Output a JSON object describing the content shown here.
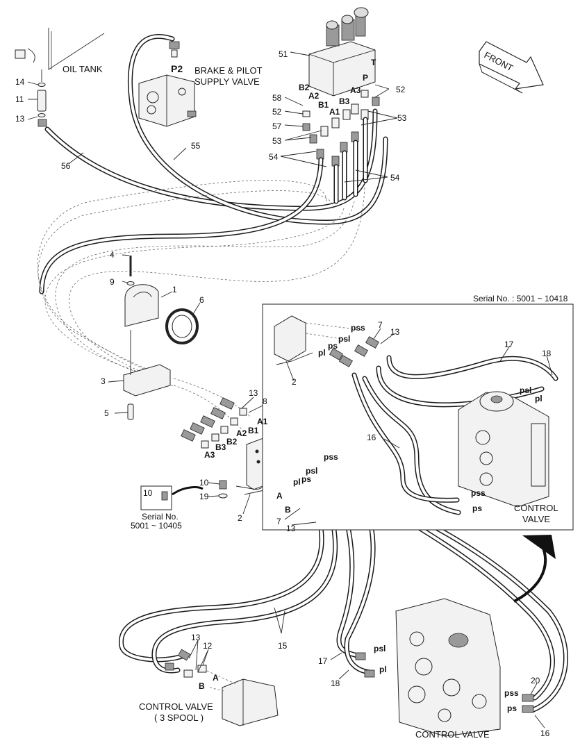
{
  "labels": {
    "oil_tank": "OIL TANK",
    "brake_pilot_1": "BRAKE & PILOT",
    "brake_pilot_2": "SUPPLY VALVE",
    "p2": "P2",
    "front": "FRONT",
    "serial_inset": "Serial No. : 5001 ~ 10418",
    "control_valve_inset_1": "CONTROL",
    "control_valve_inset_2": "VALVE",
    "serial_small_1": "Serial No.",
    "serial_small_2": "5001 ~ 10405",
    "control_valve_3spool_1": "CONTROL VALVE",
    "control_valve_3spool_2": "( 3 SPOOL )",
    "control_valve_bottom": "CONTROL VALVE"
  },
  "ports": {
    "B2": "B2",
    "A2": "A2",
    "B1": "B1",
    "A1": "A1",
    "B3": "B3",
    "A3": "A3",
    "T": "T",
    "P": "P",
    "A": "A",
    "B": "B",
    "pss": "pss",
    "psl": "psl",
    "ps": "ps",
    "pl": "pl"
  },
  "callouts": {
    "n1": "1",
    "n2": "2",
    "n3": "3",
    "n4": "4",
    "n5": "5",
    "n6": "6",
    "n7": "7",
    "n8": "8",
    "n9": "9",
    "n10": "10",
    "n11": "11",
    "n12": "12",
    "n13": "13",
    "n14": "14",
    "n15": "15",
    "n16": "16",
    "n17": "17",
    "n18": "18",
    "n19": "19",
    "n20": "20",
    "n51": "51",
    "n52": "52",
    "n53": "53",
    "n54": "54",
    "n55": "55",
    "n56": "56",
    "n57": "57",
    "n58": "58"
  }
}
